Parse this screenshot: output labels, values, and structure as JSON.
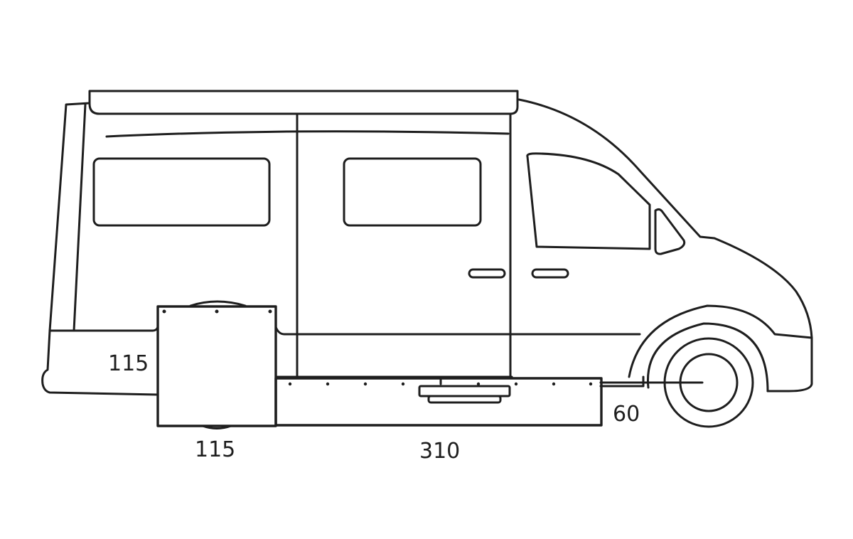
{
  "diagram": {
    "subject": "Camper van side view with underbody tank dimensions",
    "labels": {
      "rear_tank_height": "115",
      "rear_tank_width": "115",
      "side_tank_length": "310",
      "side_tank_height": "60"
    },
    "colors": {
      "line": "#1e1e1e",
      "background": "#ffffff"
    }
  }
}
